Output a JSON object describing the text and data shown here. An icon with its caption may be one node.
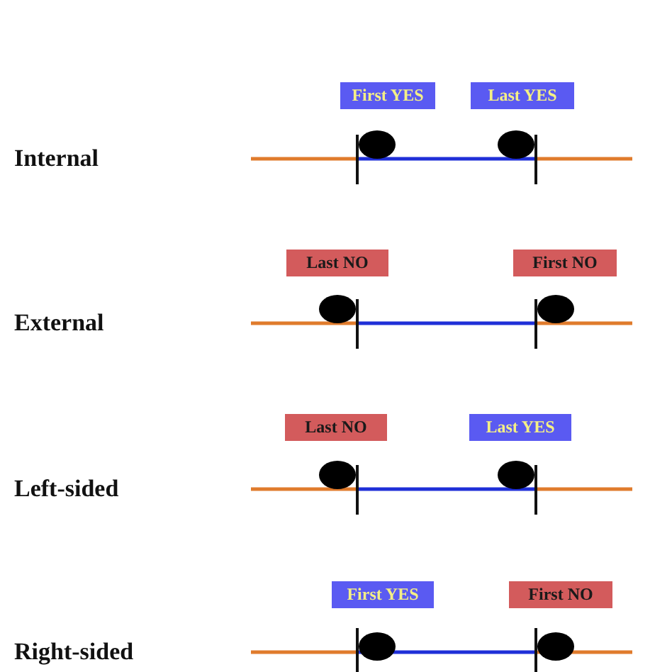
{
  "diagram": {
    "nodes": [
      {
        "text": [
          "First YES"
        ]
      },
      {
        "text": [
          "Last YES"
        ]
      },
      {
        "text": [
          "Last NO"
        ]
      },
      {
        "text": [
          "First NO"
        ]
      },
      {
        "text": [
          "Last NO"
        ]
      },
      {
        "text": [
          "Last YES"
        ]
      },
      {
        "text": [
          "First YES"
        ]
      },
      {
        "text": [
          "First NO"
        ]
      }
    ],
    "labels": [
      "Internal",
      "External",
      "Left-sided",
      "Right-sided"
    ]
  }
}
